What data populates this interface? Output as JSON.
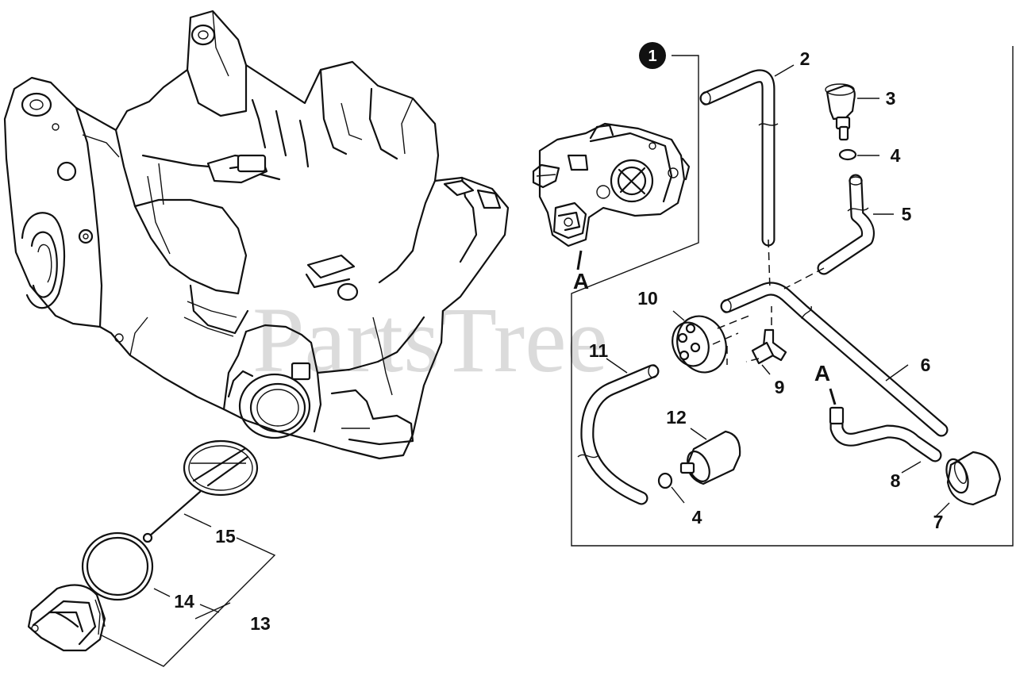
{
  "watermark": "PartsTree",
  "kit_marker": "1",
  "connection_marker": "A",
  "callouts": {
    "c2": "2",
    "c3": "3",
    "c4a": "4",
    "c4b": "4",
    "c5": "5",
    "c6": "6",
    "c7": "7",
    "c8": "8",
    "c9": "9",
    "c10": "10",
    "c11": "11",
    "c12": "12",
    "c13": "13",
    "c14": "14",
    "c15": "15"
  }
}
